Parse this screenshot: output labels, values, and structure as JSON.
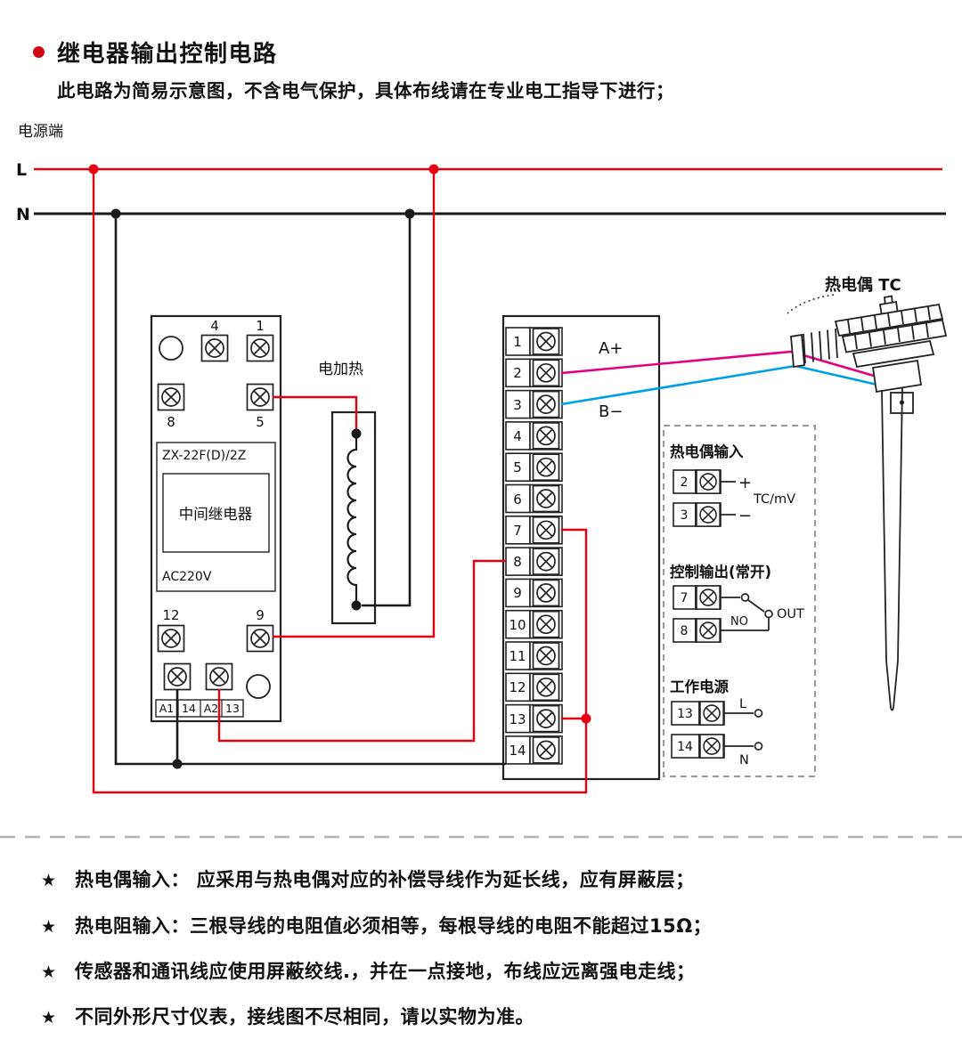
{
  "header": {
    "title": "继电器输出控制电路",
    "subtitle": "此电路为简易示意图，不含电气保护，具体布线请在专业电工指导下进行；"
  },
  "power": {
    "label": "电源端",
    "l": "L",
    "n": "N"
  },
  "relay": {
    "t4": "4",
    "t1": "1",
    "t8": "8",
    "t5": "5",
    "model": "ZX-22F(D)/2Z",
    "name": "中间继电器",
    "voltage": "AC220V",
    "t12": "12",
    "t9": "9",
    "a1": "A1",
    "c14": "14",
    "a2": "A2",
    "c13": "13"
  },
  "heater": {
    "label": "电加热"
  },
  "strip": {
    "numbers": [
      "1",
      "2",
      "3",
      "4",
      "5",
      "6",
      "7",
      "8",
      "9",
      "10",
      "11",
      "12",
      "13",
      "14"
    ],
    "a_plus": "A+",
    "b_minus": "B−"
  },
  "legend": {
    "tc_title": "热电偶输入",
    "tc_t2": "2",
    "tc_t3": "3",
    "plus": "+",
    "minus": "−",
    "tc_unit": "TC/mV",
    "out_title": "控制输出(常开)",
    "out_t7": "7",
    "out_t8": "8",
    "no_label": "NO",
    "out_label": "OUT",
    "pwr_title": "工作电源",
    "pwr_t13": "13",
    "pwr_t14": "14",
    "pwr_l": "L",
    "pwr_n": "N"
  },
  "thermocouple": {
    "label": "热电偶 TC"
  },
  "note_bullet": "★",
  "notes": [
    "热电偶输入： 应采用与热电偶对应的补偿导线作为延长线，应有屏蔽层；",
    "热电阻输入：三根导线的电阻值必须相等，每根导线的电阻不能超过15Ω；",
    "传感器和通讯线应使用屏蔽绞线.，并在一点接地，布线应远离强电走线；",
    "不同外形尺寸仪表，接线图不尽相同，请以实物为准。"
  ],
  "colors": {
    "red": "#e60012",
    "black": "#1a1a1a",
    "magenta": "#e4007f",
    "blue": "#00a0e9",
    "divider": "#b3b3b3"
  }
}
